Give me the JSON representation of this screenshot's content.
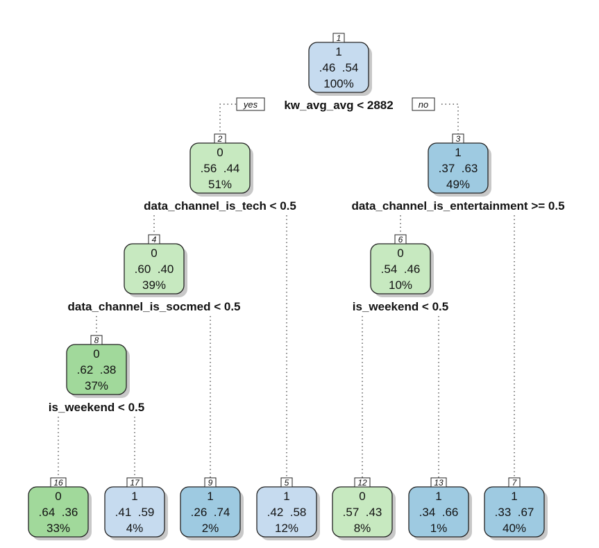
{
  "colors": {
    "green_dark": "#a1d99b",
    "green_light": "#c7e9c0",
    "blue_light": "#c6dbef",
    "blue_mid": "#9ecae1"
  },
  "branch_labels": {
    "yes": "yes",
    "no": "no"
  },
  "nodes": [
    {
      "key": "n1",
      "id": "1",
      "cls": "1",
      "probs": ".46  .54",
      "pct": "100%",
      "color": "blue_light"
    },
    {
      "key": "n2",
      "id": "2",
      "cls": "0",
      "probs": ".56  .44",
      "pct": "51%",
      "color": "green_light"
    },
    {
      "key": "n3",
      "id": "3",
      "cls": "1",
      "probs": ".37  .63",
      "pct": "49%",
      "color": "blue_mid"
    },
    {
      "key": "n4",
      "id": "4",
      "cls": "0",
      "probs": ".60  .40",
      "pct": "39%",
      "color": "green_light"
    },
    {
      "key": "n6",
      "id": "6",
      "cls": "0",
      "probs": ".54  .46",
      "pct": "10%",
      "color": "green_light"
    },
    {
      "key": "n8",
      "id": "8",
      "cls": "0",
      "probs": ".62  .38",
      "pct": "37%",
      "color": "green_dark"
    },
    {
      "key": "n16",
      "id": "16",
      "cls": "0",
      "probs": ".64  .36",
      "pct": "33%",
      "color": "green_dark"
    },
    {
      "key": "n17",
      "id": "17",
      "cls": "1",
      "probs": ".41  .59",
      "pct": "4%",
      "color": "blue_light"
    },
    {
      "key": "n9",
      "id": "9",
      "cls": "1",
      "probs": ".26  .74",
      "pct": "2%",
      "color": "blue_mid"
    },
    {
      "key": "n5",
      "id": "5",
      "cls": "1",
      "probs": ".42  .58",
      "pct": "12%",
      "color": "blue_light"
    },
    {
      "key": "n12",
      "id": "12",
      "cls": "0",
      "probs": ".57  .43",
      "pct": "8%",
      "color": "green_light"
    },
    {
      "key": "n13",
      "id": "13",
      "cls": "1",
      "probs": ".34  .66",
      "pct": "1%",
      "color": "blue_mid"
    },
    {
      "key": "n7",
      "id": "7",
      "cls": "1",
      "probs": ".33  .67",
      "pct": "40%",
      "color": "blue_mid"
    }
  ],
  "splits": [
    {
      "key": "s1",
      "text": "kw_avg_avg < 2882"
    },
    {
      "key": "s2",
      "text": "data_channel_is_tech < 0.5"
    },
    {
      "key": "s3",
      "text": "data_channel_is_entertainment >= 0.5"
    },
    {
      "key": "s4",
      "text": "data_channel_is_socmed < 0.5"
    },
    {
      "key": "s6",
      "text": "is_weekend < 0.5"
    },
    {
      "key": "s8",
      "text": "is_weekend < 0.5"
    }
  ]
}
